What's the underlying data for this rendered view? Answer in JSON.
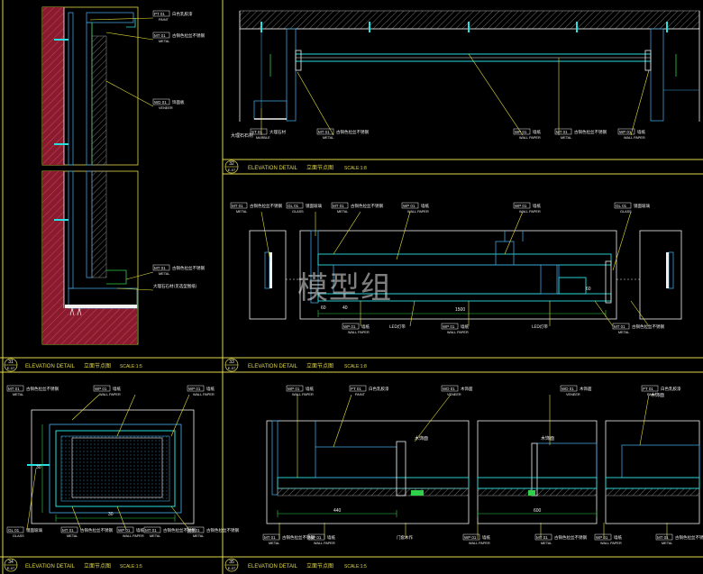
{
  "colors": {
    "background": "#000000",
    "frame": "#e0d84a",
    "leader": "#e8e23a",
    "structure": "#3fa0d8",
    "cyan": "#28e0e0",
    "white": "#f0f0f0",
    "red": "#8a1a2e",
    "green": "#2fd04a",
    "grey": "#9a9a9a"
  },
  "watermark": "模型组",
  "panels": [
    {
      "number": "31",
      "sheet": "E-07",
      "title": "ELEVATION  DETAIL",
      "cn_title": "立面节点图",
      "scale": "SCALE:1:5"
    },
    {
      "number": "32",
      "sheet": "E-07",
      "title": "ELEVATION  DETAIL",
      "cn_title": "立面节点图",
      "scale": "SCALE:1:8"
    },
    {
      "number": "33",
      "sheet": "E-07",
      "title": "ELEVATION  DETAIL",
      "cn_title": "立面节点图",
      "scale": "SCALE:1:8"
    },
    {
      "number": "34",
      "sheet": "E-07",
      "title": "ELEVATION  DETAIL",
      "cn_title": "立面节点图",
      "scale": "SCALE:1:5"
    },
    {
      "number": "35",
      "sheet": "E-07",
      "title": "ELEVATION  DETAIL",
      "cn_title": "立面节点图",
      "scale": "SCALE:1:5"
    }
  ],
  "tags": {
    "p1_paint": {
      "code": "PT",
      "num": "01",
      "cn": "白色乳胶漆",
      "en": "PAINT"
    },
    "p1_metal": {
      "code": "MT",
      "num": "01",
      "cn": "古铜色拉丝不锈钢",
      "en": "METAL"
    },
    "p1_wood": {
      "code": "WD",
      "num": "01",
      "cn": "饰面板",
      "en": "VENEER"
    },
    "p1_metal2": {
      "code": "MT",
      "num": "01",
      "cn": "古铜色拉丝不锈钢",
      "en": "METAL"
    },
    "p1_stone": {
      "code": "",
      "num": "",
      "cn": "大理石石材(见选型图纸)",
      "en": ""
    },
    "p2_stone": {
      "code": "ST",
      "num": "01",
      "cn": "大理石材",
      "en": "MARBLE"
    },
    "p2_metal": {
      "code": "MT",
      "num": "01",
      "cn": "古铜色拉丝不锈钢",
      "en": "METAL"
    },
    "p2_wp": {
      "code": "WP",
      "num": "01",
      "cn": "墙纸",
      "en": "WALL PAPER"
    },
    "p2_metal2": {
      "code": "MT",
      "num": "01",
      "cn": "古铜色拉丝不锈钢",
      "en": "METAL"
    },
    "p2_wp2": {
      "code": "WP",
      "num": "01",
      "cn": "墙纸",
      "en": "WALL PAPER"
    },
    "p3_metal_l": {
      "code": "MT",
      "num": "01",
      "cn": "古铜色拉丝不锈钢",
      "en": "METAL"
    },
    "p3_glass": {
      "code": "GL",
      "num": "01",
      "cn": "镜面玻璃",
      "en": "GLASS"
    },
    "p3_metal_c": {
      "code": "MT",
      "num": "01",
      "cn": "古铜色拉丝不锈钢",
      "en": "METAL"
    },
    "p3_wp": {
      "code": "WP",
      "num": "01",
      "cn": "墙纸",
      "en": "WALL PAPER"
    },
    "p3_wp_r": {
      "code": "WP",
      "num": "01",
      "cn": "墙纸",
      "en": "WALL PAPER"
    },
    "p3_glass_r": {
      "code": "GL",
      "num": "01",
      "cn": "镜面玻璃",
      "en": "GLASS"
    },
    "p3_wp_b": {
      "code": "WP",
      "num": "01",
      "cn": "墙纸",
      "en": "WALL PAPER"
    },
    "p3_led": {
      "code": "",
      "num": "",
      "cn": "LED灯带",
      "en": ""
    },
    "p3_wp_b2": {
      "code": "WP",
      "num": "01",
      "cn": "墙纸",
      "en": "WALL PAPER"
    },
    "p3_led2": {
      "code": "",
      "num": "",
      "cn": "LED灯带",
      "en": ""
    },
    "p3_metal_b": {
      "code": "MT",
      "num": "01",
      "cn": "古铜色拉丝不锈钢",
      "en": "METAL"
    },
    "p4_metal_l": {
      "code": "MT",
      "num": "01",
      "cn": "古铜色拉丝不锈钢",
      "en": "METAL"
    },
    "p4_wp": {
      "code": "WP",
      "num": "01",
      "cn": "墙纸",
      "en": "WALL PAPER"
    },
    "p4_wp_r": {
      "code": "WP",
      "num": "01",
      "cn": "墙纸",
      "en": "WALL PAPER"
    },
    "p4_glass": {
      "code": "GL",
      "num": "01",
      "cn": "镜面玻璃",
      "en": "GLASS"
    },
    "p4_metal_b": {
      "code": "MT",
      "num": "01",
      "cn": "古铜色拉丝不锈钢",
      "en": "METAL"
    },
    "p4_wp_b": {
      "code": "WP",
      "num": "01",
      "cn": "墙纸",
      "en": "WALL PAPER"
    },
    "p4_metal_b2": {
      "code": "MT",
      "num": "01",
      "cn": "古铜色拉丝不锈钢",
      "en": "METAL"
    },
    "p4_metal_r": {
      "code": "MT",
      "num": "01",
      "cn": "古铜色拉丝不锈钢",
      "en": "METAL"
    },
    "p5_wp": {
      "code": "WP",
      "num": "01",
      "cn": "墙纸",
      "en": "WALL PAPER"
    },
    "p5_paint": {
      "code": "PT",
      "num": "01",
      "cn": "白色乳胶漆",
      "en": "PAINT"
    },
    "p5_wood": {
      "code": "WD",
      "num": "01",
      "cn": "木饰面",
      "en": "VENEER"
    },
    "p5_wood2": {
      "code": "WD",
      "num": "01",
      "cn": "木饰面",
      "en": "VENEER"
    },
    "p5_paint2": {
      "code": "PT",
      "num": "01",
      "cn": "白色乳胶漆",
      "en": "PAINT"
    },
    "p5_metal_b": {
      "code": "MT",
      "num": "01",
      "cn": "古铜色拉丝不锈钢",
      "en": "METAL"
    },
    "p5_wp_b": {
      "code": "WP",
      "num": "01",
      "cn": "墙纸",
      "en": "WALL PAPER"
    },
    "p5_door": {
      "code": "",
      "num": "",
      "cn": "门套木作",
      "en": ""
    },
    "p5_wp_b2": {
      "code": "WP",
      "num": "01",
      "cn": "墙纸",
      "en": "WALL PAPER"
    },
    "p5_metal_b2": {
      "code": "MT",
      "num": "01",
      "cn": "古铜色拉丝不锈钢",
      "en": "METAL"
    },
    "p5_wp_b3": {
      "code": "WP",
      "num": "01",
      "cn": "墙纸",
      "en": "WALL PAPER"
    },
    "p5_metal_b3": {
      "code": "MT",
      "num": "01",
      "cn": "古铜色拉丝不锈钢",
      "en": "METAL"
    }
  },
  "dimensions": {
    "p3_main": "1500",
    "p3_a": "60",
    "p3_b": "60",
    "p3_c": "40",
    "p4_a": "30",
    "p4_b": "30",
    "p5_a": "440",
    "p5_b": "600"
  },
  "figure_labels": {
    "p2_left": "大理石石材",
    "p5_a": "木饰面",
    "p5_b": "木饰面",
    "p5_side": "木饰面"
  }
}
